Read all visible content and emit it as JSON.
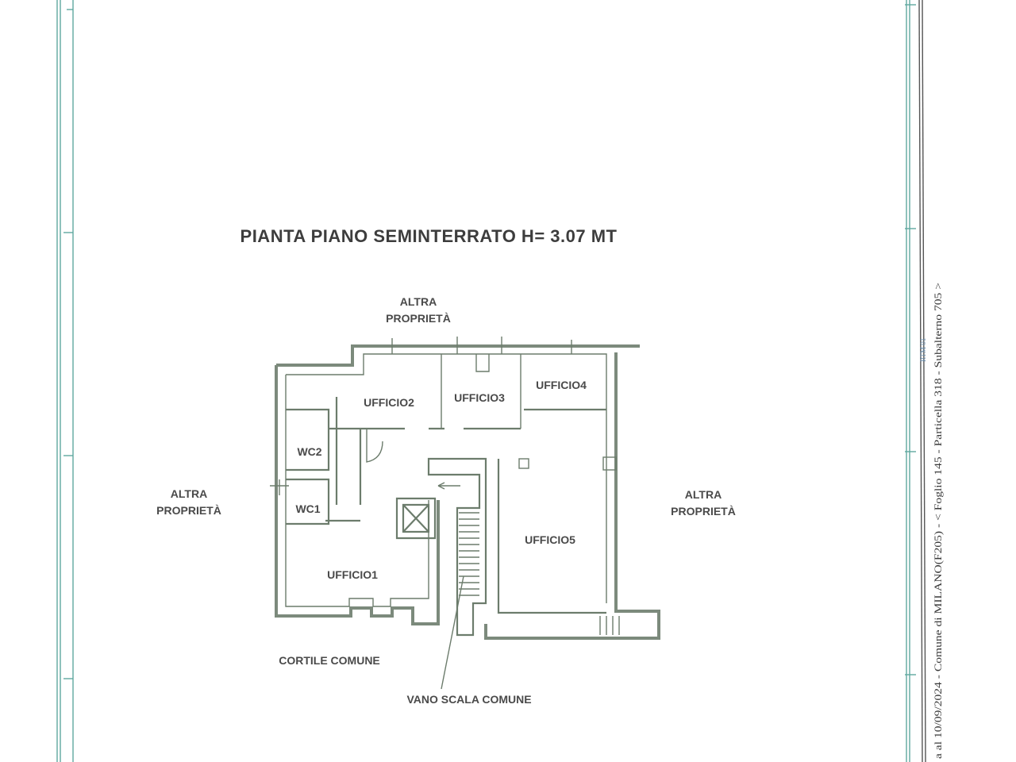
{
  "drawing": {
    "title": "PIANTA PIANO SEMINTERRATO H= 3.07 MT",
    "surroundings": {
      "north_line1": "ALTRA",
      "north_line2": "PROPRIETÀ",
      "west_line1": "ALTRA",
      "west_line2": "PROPRIETÀ",
      "east_line1": "ALTRA",
      "east_line2": "PROPRIETÀ",
      "courtyard": "CORTILE COMUNE",
      "stairwell": "VANO SCALA COMUNE"
    },
    "rooms": {
      "ufficio1": "UFFICIO1",
      "ufficio2": "UFFICIO2",
      "ufficio3": "UFFICIO3",
      "ufficio4": "UFFICIO4",
      "ufficio5": "UFFICIO5",
      "wc1": "WC1",
      "wc2": "WC2"
    }
  },
  "margin_note": {
    "text": "a al 10/09/2024 - Comune di MILANO(F205) - < Foglio 145 - Particella 318 - Subalterno 705 >",
    "stamp": "RTM 01"
  },
  "colors": {
    "frame": "#5fa8a0",
    "walls": "#6c7c6c",
    "text": "#4a4a4a"
  }
}
